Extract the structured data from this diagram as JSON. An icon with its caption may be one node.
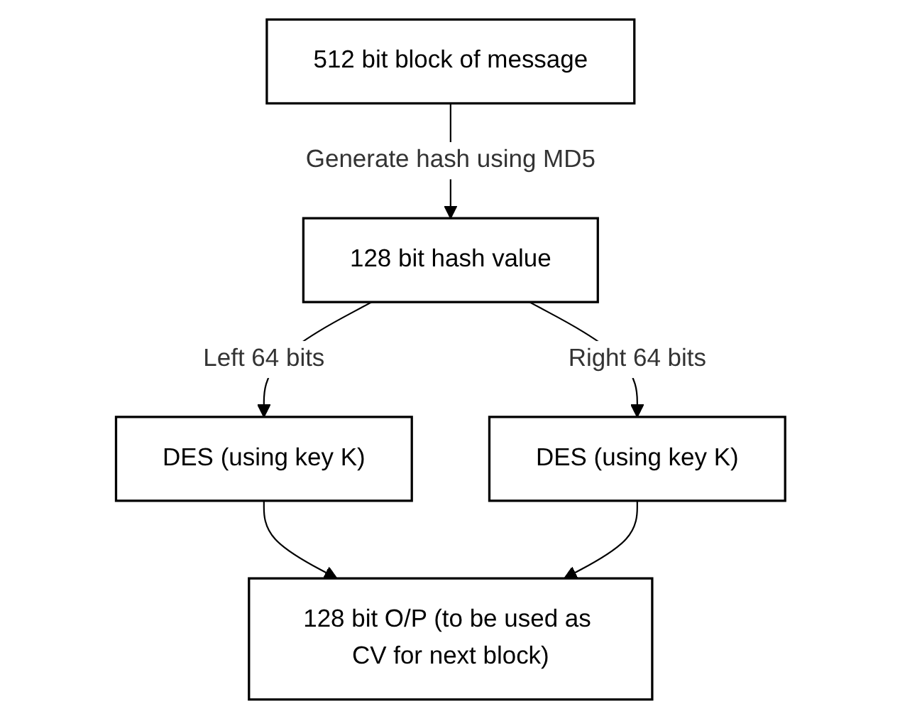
{
  "diagram": {
    "nodes": [
      {
        "text": [
          "512 bit block of message"
        ]
      },
      {
        "text": [
          "128 bit hash value"
        ]
      },
      {
        "text": [
          "DES (using key K)"
        ]
      },
      {
        "text": [
          "DES (using key K)"
        ]
      },
      {
        "text": [
          "128 bit O/P (to be used as CV for next block)"
        ]
      }
    ],
    "edges": [
      {
        "from": 0,
        "to": 1,
        "arrow": "to",
        "label": "Generate hash using MD5"
      },
      {
        "from": 1,
        "to": 2,
        "arrow": "to",
        "label": "Left 64 bits"
      },
      {
        "from": 1,
        "to": 3,
        "arrow": "to",
        "label": "Right 64 bits"
      },
      {
        "from": 2,
        "to": 4,
        "arrow": "to"
      },
      {
        "from": 3,
        "to": 4,
        "arrow": "to"
      }
    ]
  }
}
